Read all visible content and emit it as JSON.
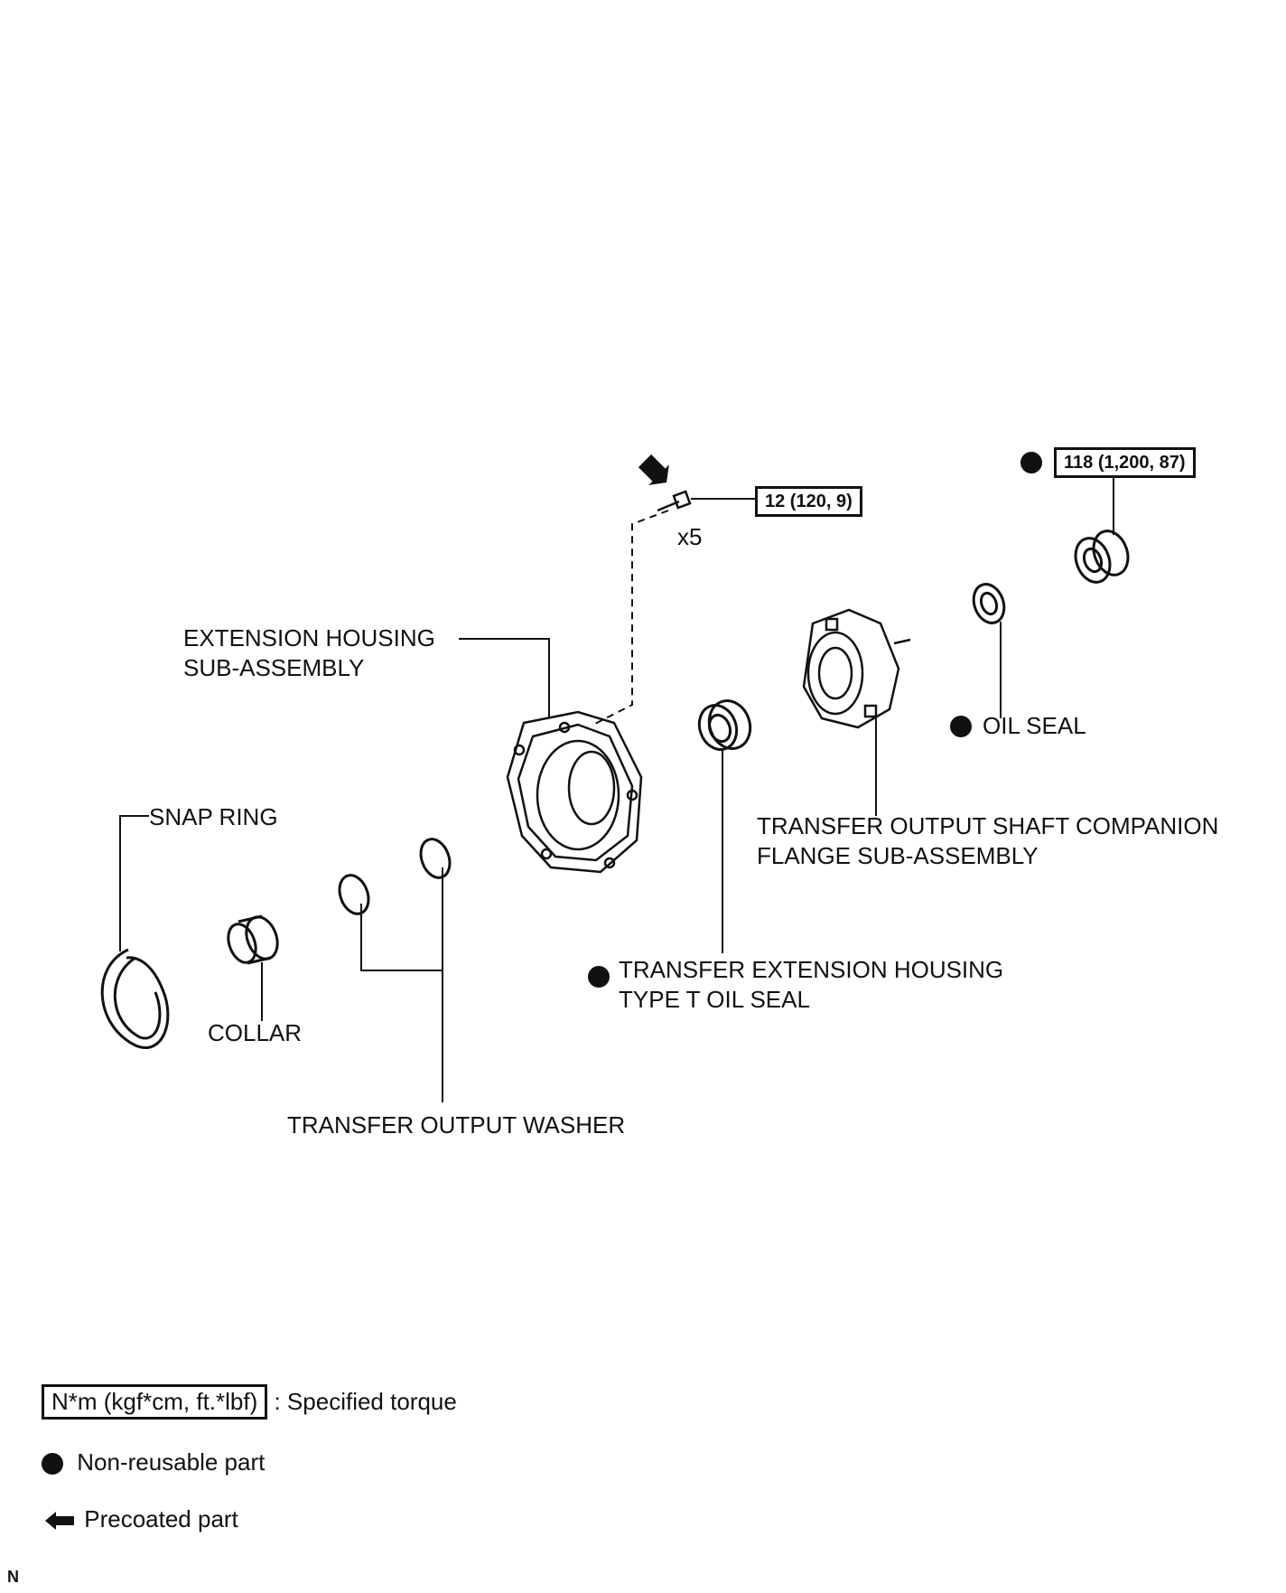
{
  "torques": {
    "bolt": "12 (120, 9)",
    "nut": "118 (1,200, 87)"
  },
  "labels": {
    "x5": "x5",
    "extension_housing": [
      "EXTENSION HOUSING",
      "SUB-ASSEMBLY"
    ],
    "snap_ring": "SNAP RING",
    "collar": "COLLAR",
    "output_washer": "TRANSFER OUTPUT WASHER",
    "type_t_oil_seal": [
      "TRANSFER EXTENSION HOUSING",
      "TYPE T OIL SEAL"
    ],
    "companion_flange": [
      "TRANSFER OUTPUT SHAFT COMPANION",
      "FLANGE SUB-ASSEMBLY"
    ],
    "oil_seal": "OIL SEAL"
  },
  "legend": {
    "torque_unit": "N*m (kgf*cm, ft.*lbf)",
    "torque_desc": ": Specified torque",
    "nonreusable": "Non-reusable part",
    "precoated": "Precoated part"
  },
  "corner_mark": "N"
}
